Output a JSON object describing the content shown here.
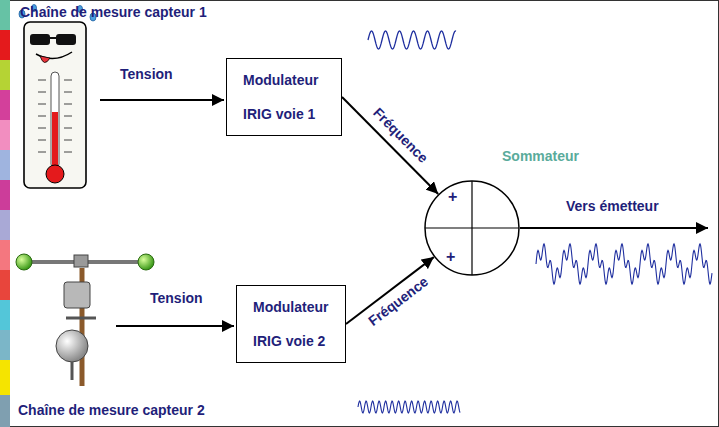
{
  "diagram": {
    "nodes": [
      {
        "text": [
          "Modulateur IRIG voie 1"
        ]
      },
      {
        "text": [
          "Modulateur IRIG voie 2"
        ]
      },
      {
        "text": [
          "Sommateur",
          "+",
          "+"
        ]
      }
    ],
    "edges": [
      {
        "from": 0,
        "to": 2,
        "arrow": "to",
        "label": "Fréquence"
      },
      {
        "from": 1,
        "to": 2,
        "arrow": "to",
        "label": "Fréquence"
      }
    ],
    "labels": [
      "Chaîne de mesure capteur 1",
      "Tension",
      "Tension",
      "Vers émetteur",
      "Chaîne de mesure capteur 2"
    ]
  }
}
